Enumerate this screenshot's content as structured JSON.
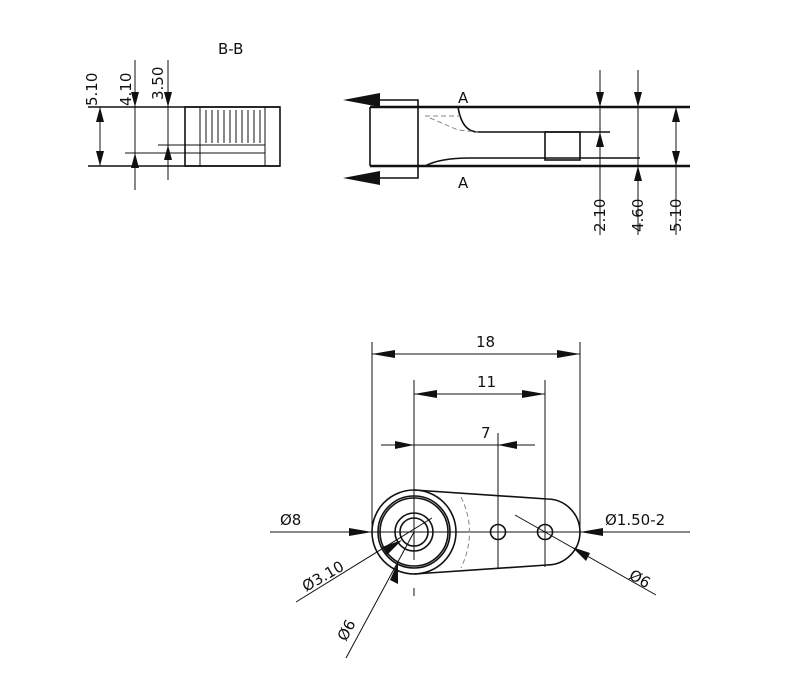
{
  "section_view": {
    "title": "B-B",
    "dims": [
      "5.10",
      "4.10",
      "3.50"
    ]
  },
  "side_view": {
    "section_marker": "A",
    "dims": [
      "2.10",
      "4.60",
      "5.10"
    ]
  },
  "top_view": {
    "dim_total_length": "18",
    "dim_hole_far": "11",
    "dim_hole_near": "7",
    "dia_outer": "Ø8",
    "dia_bore": "Ø3.10",
    "dia_hub": "Ø6",
    "dia_holes": "Ø1.50-2",
    "dia_arm_end": "Ø6"
  }
}
